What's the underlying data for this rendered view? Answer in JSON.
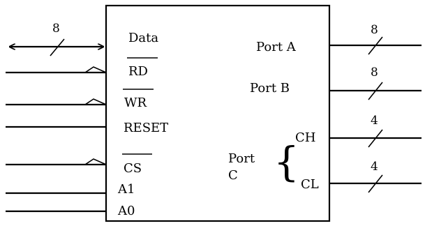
{
  "chip": {
    "pins_left": {
      "data": "Data",
      "rd": "RD",
      "wr": "WR",
      "reset": "RESET",
      "cs": "CS",
      "a1": "A1",
      "a0": "A0"
    },
    "ports": {
      "port_a": "Port A",
      "port_b": "Port B",
      "port_c_line1": "Port",
      "port_c_line2": "C",
      "ch": "CH",
      "cl": "CL"
    }
  },
  "bus_widths": {
    "data": "8",
    "port_a": "8",
    "port_b": "8",
    "ch": "4",
    "cl": "4"
  }
}
